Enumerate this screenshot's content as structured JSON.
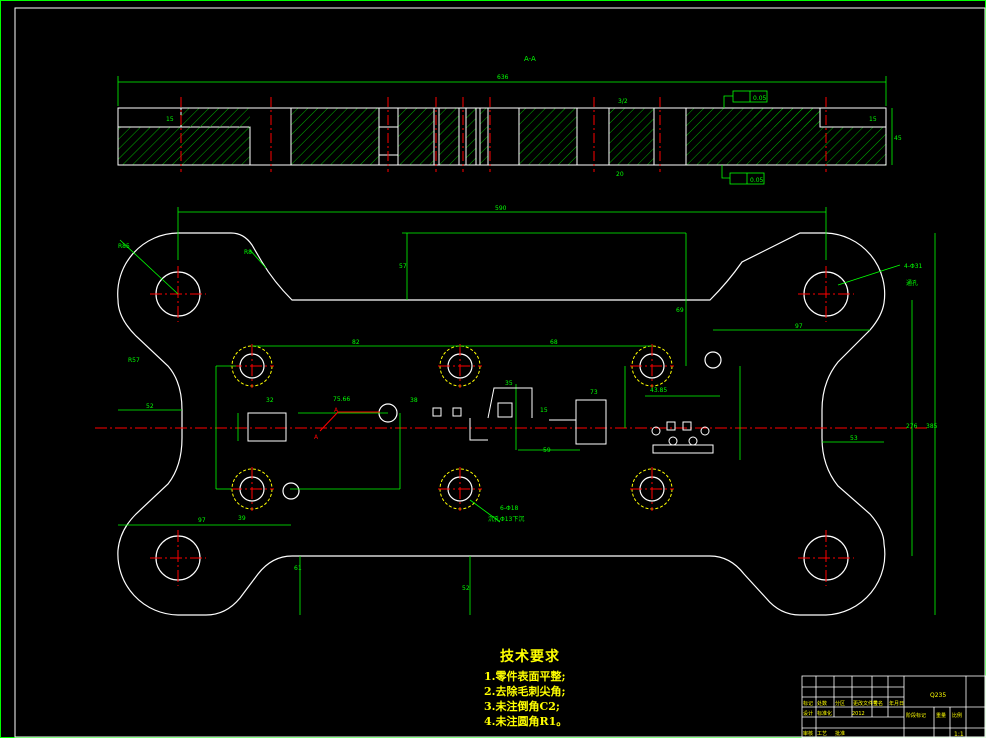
{
  "colors": {
    "background": "#000000",
    "outline": "#ffffff",
    "dimension": "#00ff00",
    "centerline": "#ff0000",
    "hatch": "#00cc00",
    "note_text": "#ffff00",
    "hole_marker": "#ffff00"
  },
  "section_view": {
    "title": "A-A",
    "overall_length_label": "636",
    "flatness_callout_top": "0.05",
    "flatness_callout_bottom": "0.05",
    "thickness_label": "45",
    "step_label_left": "15",
    "step_label_right": "15",
    "slot_label": "3/2",
    "small_label": "20"
  },
  "plan_view": {
    "labels": {
      "top_span": "590",
      "left_radius": "R85",
      "top_notch": "R8",
      "top_slot_depth": "57",
      "corner_label_right": "4-Φ31",
      "corner_label_right_sub": "通孔",
      "mid_left_radius": "R57",
      "horiz_82": "82",
      "horiz_68": "68",
      "horiz_97": "97",
      "left_edge_52": "52",
      "right_edge_53": "53",
      "bottom_left_97": "97",
      "vertical_69_top": "69",
      "vertical_52_bottom": "52",
      "vertical_61_bottom": "61",
      "overall_height_b": "385",
      "overall_height_a": "276",
      "line_a_left": "A",
      "line_a_right": "A",
      "dim_75_66": "75.66",
      "dim_32": "32",
      "dim_38": "38",
      "dim_15": "15",
      "dim_35": "35",
      "dim_39": "39",
      "dim_59": "59",
      "dim_73": "73",
      "dim_43_85": "43.85",
      "hole_callout": "6-Φ18",
      "hole_callout_sub": "沉孔Φ13下沉"
    }
  },
  "technical_requirements": {
    "heading": "技术要求",
    "items": [
      "1.零件表面平整;",
      "2.去除毛刺尖角;",
      "3.未注倒角C2;",
      "4.未注圆角R1。"
    ]
  },
  "title_block": {
    "material": "Q235",
    "scale": "1:1",
    "labels": [
      "标记",
      "处数",
      "分区",
      "更改文件号",
      "签名",
      "年月日",
      "设计",
      "标准化",
      "阶段标记",
      "重量",
      "比例",
      "审核",
      "工艺",
      "批准"
    ],
    "date": "2012"
  }
}
